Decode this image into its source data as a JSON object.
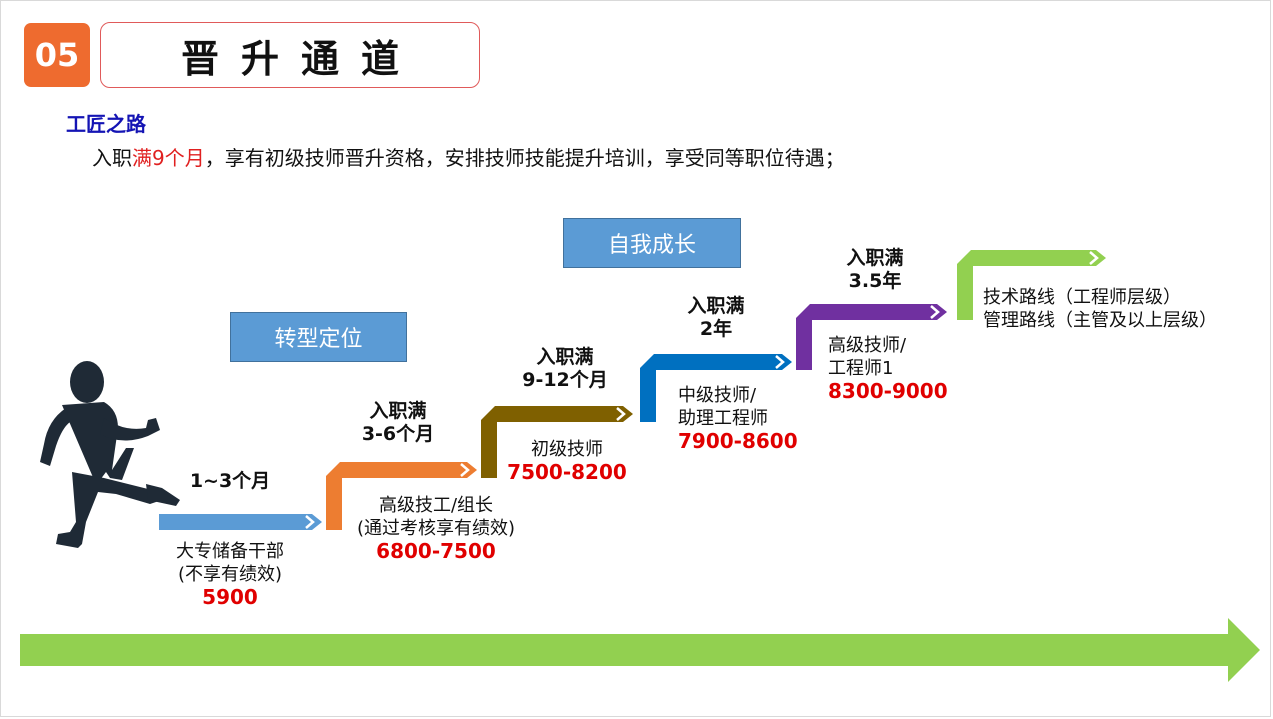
{
  "header": {
    "number": "05",
    "title": "晋升通道"
  },
  "subtitle": "工匠之路",
  "intro": {
    "prefix": "入职",
    "highlight": "满9个月",
    "rest": "，享有初级技师晋升资格，安排技师技能提升培训，享受同等职位待遇；"
  },
  "phase_boxes": {
    "transform": "转型定位",
    "growth": "自我成长"
  },
  "colors": {
    "badge": "#ee6b2f",
    "step1": "#5b9bd5",
    "step2": "#ed7d31",
    "step3": "#7f6000",
    "step4": "#0070c0",
    "step5": "#7030a0",
    "step6": "#92d050",
    "bottom_arrow": "#92d050",
    "salary": "#e00000"
  },
  "stages": [
    {
      "duration": "1~3个月",
      "title_lines": [
        "大专储备干部",
        "(不享有绩效)"
      ],
      "salary": "5900"
    },
    {
      "duration_lines": [
        "入职满",
        "3-6个月"
      ],
      "title_lines": [
        "高级技工/组长",
        "(通过考核享有绩效)"
      ],
      "salary": "6800-7500"
    },
    {
      "duration_lines": [
        "入职满",
        "9-12个月"
      ],
      "title_lines": [
        "初级技师"
      ],
      "salary": "7500-8200"
    },
    {
      "duration_lines": [
        "入职满",
        "2年"
      ],
      "title_lines": [
        "中级技师/",
        "助理工程师"
      ],
      "salary": "7900-8600"
    },
    {
      "duration_lines": [
        "入职满",
        "3.5年"
      ],
      "title_lines": [
        "高级技师/",
        "工程师1"
      ],
      "salary": "8300-9000"
    },
    {
      "title_lines": [
        "技术路线（工程师层级）",
        "管理路线（主管及以上层级）"
      ]
    }
  ]
}
